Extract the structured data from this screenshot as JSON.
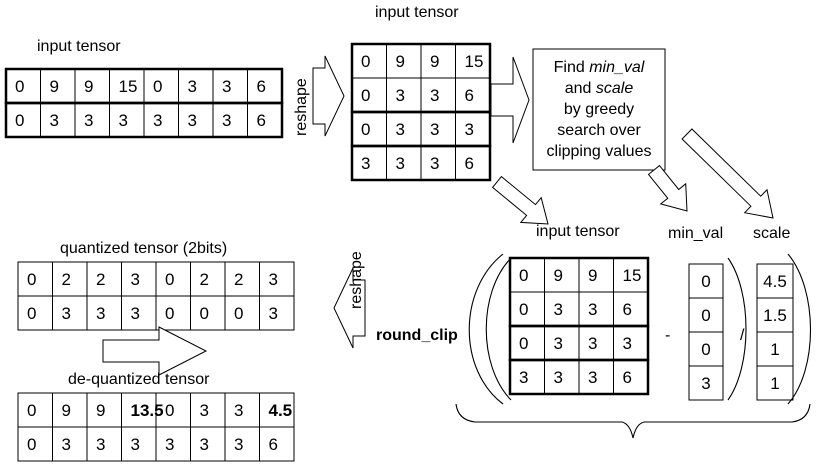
{
  "labels": {
    "input_tensor_left": "input tensor",
    "input_tensor_top": "input tensor",
    "input_tensor_bottom": "input tensor",
    "min_val": "min_val",
    "scale": "scale",
    "quantized_tensor": "quantized tensor (2bits)",
    "dequantized_tensor": "de-quantized tensor",
    "reshape_top": "reshape",
    "reshape_bottom": "reshape",
    "round_clip": "round_clip",
    "minus": "-",
    "divide": "/"
  },
  "find_box": {
    "lines": [
      {
        "text": "Find ",
        "italic": "min_val",
        "after": ""
      },
      {
        "text": "and ",
        "italic": "scale",
        "after": ""
      },
      {
        "text": "by greedy",
        "italic": "",
        "after": ""
      },
      {
        "text": "search over",
        "italic": "",
        "after": ""
      },
      {
        "text": "clipping values",
        "italic": "",
        "after": ""
      }
    ]
  },
  "input_tensor_flat": [
    [
      "0",
      "9",
      "9",
      "15",
      "0",
      "3",
      "3",
      "6"
    ],
    [
      "0",
      "3",
      "3",
      "3",
      "3",
      "3",
      "3",
      "6"
    ]
  ],
  "input_tensor_reshaped": [
    [
      "0",
      "9",
      "9",
      "15"
    ],
    [
      "0",
      "3",
      "3",
      "6"
    ],
    [
      "0",
      "3",
      "3",
      "3"
    ],
    [
      "3",
      "3",
      "3",
      "6"
    ]
  ],
  "min_val_values": [
    "0",
    "0",
    "0",
    "3"
  ],
  "scale_values": [
    "4.5",
    "1.5",
    "1",
    "1"
  ],
  "quantized_tensor": [
    [
      "0",
      "2",
      "2",
      "3",
      "0",
      "2",
      "2",
      "3"
    ],
    [
      "0",
      "3",
      "3",
      "3",
      "0",
      "0",
      "0",
      "3"
    ]
  ],
  "dequantized_tensor": [
    [
      "0",
      "9",
      "9",
      "13.5",
      "0",
      "3",
      "3",
      "4.5"
    ],
    [
      "0",
      "3",
      "3",
      "3",
      "3",
      "3",
      "3",
      "6"
    ]
  ],
  "dequantized_bold_cells": [
    [
      0,
      3
    ],
    [
      0,
      7
    ]
  ]
}
